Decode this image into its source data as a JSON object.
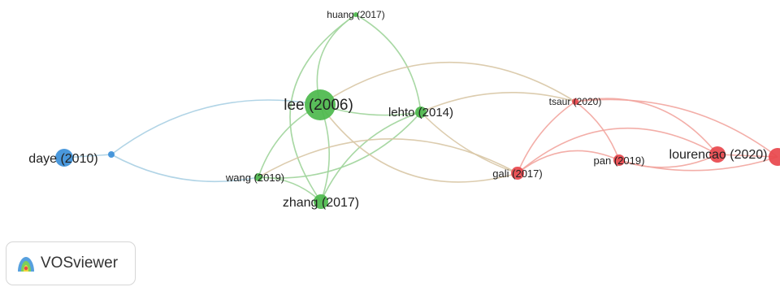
{
  "app": {
    "brand_name": "VOSviewer",
    "logo_icon": "vosviewer-logo-icon"
  },
  "colors": {
    "green": "#4cb84c",
    "red": "#e8474c",
    "blue": "#3b8fd9",
    "edge_green": "#9fd49a",
    "edge_red": "#f2a59f",
    "edge_blue": "#a9cfe3",
    "edge_mixed": "#d8c7a5"
  },
  "network": {
    "nodes": [
      {
        "id": "lee2006",
        "label": "lee (2006)",
        "cluster": "green",
        "weight": 5
      },
      {
        "id": "huang2017",
        "label": "huang (2017)",
        "cluster": "green",
        "weight": 1
      },
      {
        "id": "lehto2014",
        "label": "lehto (2014)",
        "cluster": "green",
        "weight": 2
      },
      {
        "id": "wang2019",
        "label": "wang (2019)",
        "cluster": "green",
        "weight": 1
      },
      {
        "id": "zhang2017",
        "label": "zhang (2017)",
        "cluster": "green",
        "weight": 3
      },
      {
        "id": "daye2010",
        "label": "daye (2010)",
        "cluster": "blue",
        "weight": 3
      },
      {
        "id": "bluesmall",
        "label": "",
        "cluster": "blue",
        "weight": 1
      },
      {
        "id": "tsaur2020",
        "label": "tsaur (2020)",
        "cluster": "red",
        "weight": 1
      },
      {
        "id": "gali2017",
        "label": "gali (2017)",
        "cluster": "red",
        "weight": 2
      },
      {
        "id": "pan2019",
        "label": "pan (2019)",
        "cluster": "red",
        "weight": 2
      },
      {
        "id": "lourencao2020",
        "label": "lourencao (2020)",
        "cluster": "red",
        "weight": 3
      },
      {
        "id": "redright",
        "label": "",
        "cluster": "red",
        "weight": 4
      }
    ],
    "links": [
      {
        "source": "daye2010",
        "target": "bluesmall",
        "color": "blue"
      },
      {
        "source": "bluesmall",
        "target": "lee2006",
        "color": "blue"
      },
      {
        "source": "bluesmall",
        "target": "wang2019",
        "color": "blue"
      },
      {
        "source": "lee2006",
        "target": "huang2017",
        "color": "green"
      },
      {
        "source": "huang2017",
        "target": "lehto2014",
        "color": "green"
      },
      {
        "source": "huang2017",
        "target": "zhang2017",
        "color": "green"
      },
      {
        "source": "lee2006",
        "target": "lehto2014",
        "color": "green"
      },
      {
        "source": "lee2006",
        "target": "zhang2017",
        "color": "green"
      },
      {
        "source": "lee2006",
        "target": "wang2019",
        "color": "green"
      },
      {
        "source": "lehto2014",
        "target": "zhang2017",
        "color": "green"
      },
      {
        "source": "lehto2014",
        "target": "wang2019",
        "color": "green"
      },
      {
        "source": "wang2019",
        "target": "zhang2017",
        "color": "green"
      },
      {
        "source": "lee2006",
        "target": "tsaur2020",
        "color": "mixed"
      },
      {
        "source": "lee2006",
        "target": "gali2017",
        "color": "mixed"
      },
      {
        "source": "lehto2014",
        "target": "gali2017",
        "color": "mixed"
      },
      {
        "source": "lehto2014",
        "target": "tsaur2020",
        "color": "mixed"
      },
      {
        "source": "wang2019",
        "target": "gali2017",
        "color": "mixed"
      },
      {
        "source": "tsaur2020",
        "target": "gali2017",
        "color": "red"
      },
      {
        "source": "tsaur2020",
        "target": "pan2019",
        "color": "red"
      },
      {
        "source": "tsaur2020",
        "target": "lourencao2020",
        "color": "red"
      },
      {
        "source": "tsaur2020",
        "target": "redright",
        "color": "red"
      },
      {
        "source": "gali2017",
        "target": "pan2019",
        "color": "red"
      },
      {
        "source": "gali2017",
        "target": "lourencao2020",
        "color": "red"
      },
      {
        "source": "pan2019",
        "target": "lourencao2020",
        "color": "red"
      },
      {
        "source": "pan2019",
        "target": "redright",
        "color": "red"
      },
      {
        "source": "lourencao2020",
        "target": "redright",
        "color": "red"
      }
    ]
  }
}
